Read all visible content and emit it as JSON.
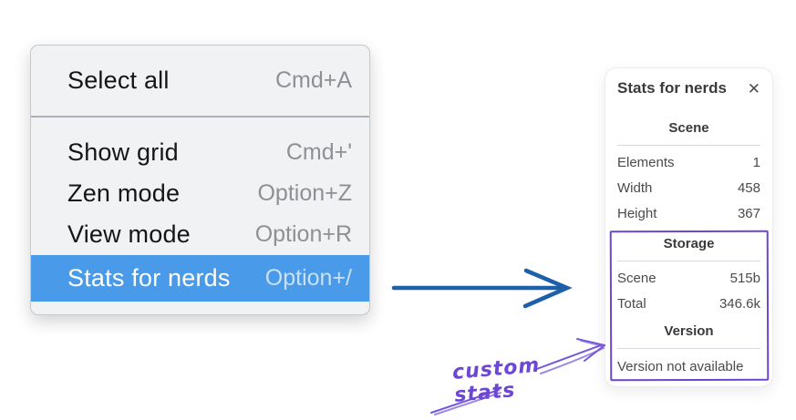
{
  "menu": {
    "items": [
      {
        "label": "Select all",
        "shortcut": "Cmd+A",
        "highlighted": false
      },
      {
        "label": "Show grid",
        "shortcut": "Cmd+'",
        "highlighted": false
      },
      {
        "label": "Zen mode",
        "shortcut": "Option+Z",
        "highlighted": false
      },
      {
        "label": "View mode",
        "shortcut": "Option+R",
        "highlighted": false
      },
      {
        "label": "Stats for nerds",
        "shortcut": "Option+/",
        "highlighted": true
      }
    ],
    "highlight_color": "#499ae8"
  },
  "stats_panel": {
    "title": "Stats for nerds",
    "close_icon": "✕",
    "sections": [
      {
        "heading": "Scene",
        "rows": [
          {
            "label": "Elements",
            "value": "1"
          },
          {
            "label": "Width",
            "value": "458"
          },
          {
            "label": "Height",
            "value": "367"
          }
        ]
      },
      {
        "heading": "Storage",
        "rows": [
          {
            "label": "Scene",
            "value": "515b"
          },
          {
            "label": "Total",
            "value": "346.6k"
          }
        ]
      },
      {
        "heading": "Version",
        "note": "Version not available"
      }
    ]
  },
  "annotation": {
    "label": "custom stats",
    "color": "#6d46d4",
    "box_color": "#6b46cf",
    "flow_arrow_color": "#1d5fa8"
  }
}
